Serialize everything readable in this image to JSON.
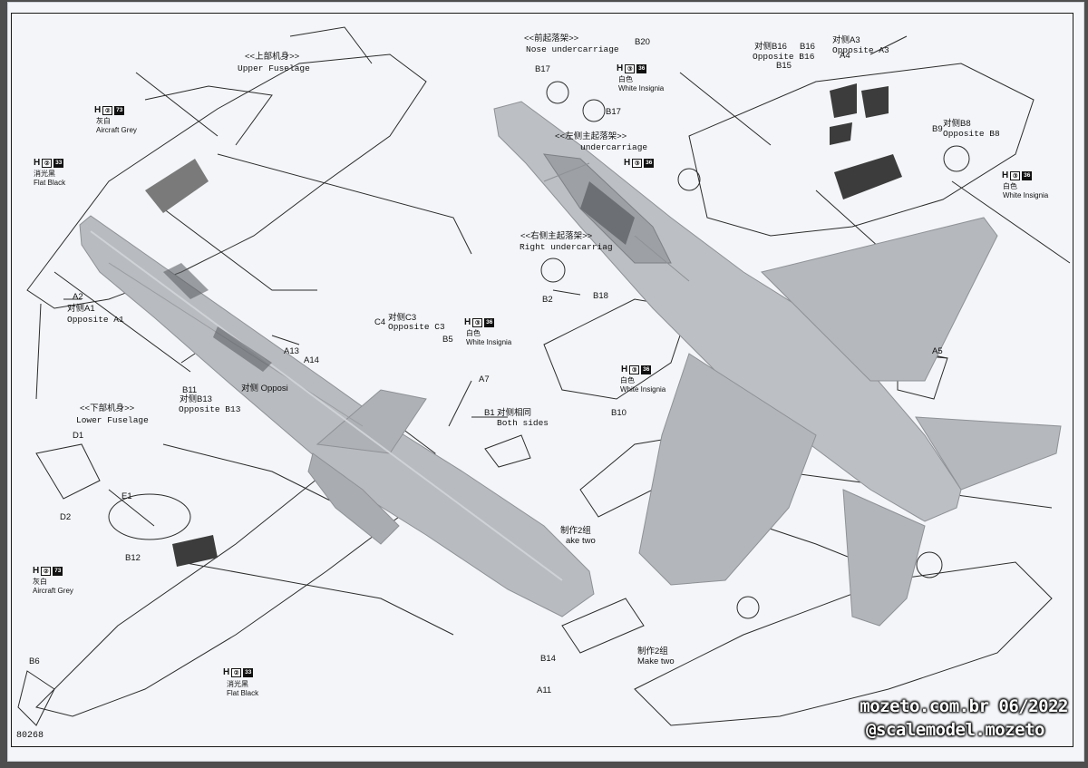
{
  "sheet": {
    "page_code": "80268"
  },
  "labels": {
    "upper_fuselage_cn": "<<上部机身>>",
    "upper_fuselage_en": "Upper Fuselage",
    "lower_fuselage_cn": "<<下部机身>>",
    "lower_fuselage_en": "Lower Fuselage",
    "nose_uc_cn": "<<前起落架>>",
    "nose_uc_en": "Nose undercarriage",
    "left_uc_cn": "<<左侧主起落架>>",
    "left_uc_en": "undercarriage",
    "right_uc_cn": "<<右侧主起落架>>",
    "right_uc_en": "Right undercarriag",
    "aircraft_grey_cn": "灰白",
    "aircraft_grey_en": "Aircraft Grey",
    "flat_black_cn": "消光黑",
    "flat_black_en": "Flat Black",
    "white_insignia_cn": "白色",
    "white_insignia_en": "White Insignia",
    "opposite_a1_cn": "对侧A1",
    "opposite_a1_en": "Opposite A1",
    "opposite_b13_cn": "对侧B13",
    "opposite_b13_en": "Opposite B13",
    "opposite_c3_cn": "对侧C3",
    "opposite_c3_en": "Opposite C3",
    "opposite_b16_cn": "对侧B16",
    "opposite_b16_en": "Opposite B16",
    "opposite_a3_cn": "对侧A3",
    "opposite_a3_en": "Opposite A3",
    "opposite_b8_cn": "对侧B8",
    "opposite_b8_en": "Opposite B8",
    "opposite_a14_partial": "对侧 Opposi",
    "both_sides_cn": "对侧相同",
    "both_sides_en": "Both sides",
    "make_two_cn": "制作2组",
    "make_two_en": "Make two",
    "make_two_partial": "ake two"
  },
  "parts": [
    "A2",
    "B20",
    "B17",
    "B16",
    "A3",
    "A4",
    "B15",
    "B9",
    "B2",
    "B18",
    "C4",
    "B5",
    "A7",
    "B1",
    "A13",
    "A14",
    "B11",
    "B10",
    "A5",
    "D1",
    "D2",
    "E1",
    "B12",
    "B6",
    "B14",
    "A11"
  ],
  "paint_codes": {
    "grey": "73",
    "black": "33",
    "white": "36"
  },
  "watermark": {
    "line1": "mozeto.com.br 06/2022",
    "line2": "@scalemodel.mozeto"
  },
  "colors": {
    "paper": "#f3f5f8",
    "model_grey": "#b9bcc0",
    "ink": "#111111"
  }
}
